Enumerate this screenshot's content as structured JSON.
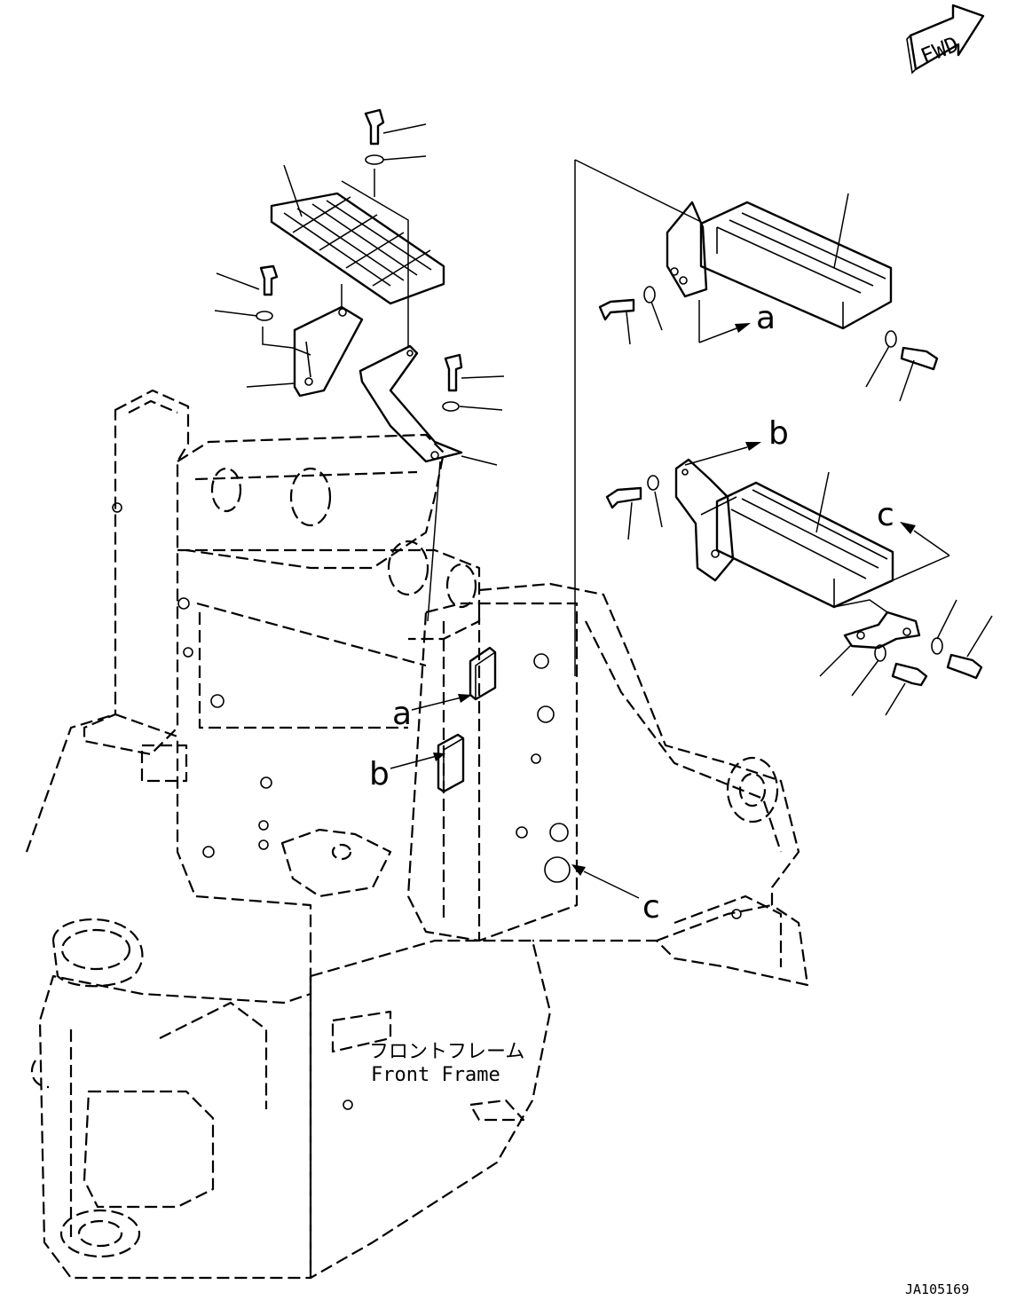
{
  "fwd_badge": "FWD",
  "frame_label_jp": "フロントフレーム",
  "frame_label_en": "Front Frame",
  "drawing_number": "JA105169",
  "callouts": {
    "a_upper": "a",
    "b_upper": "b",
    "c_upper": "c",
    "a_lower": "a",
    "b_lower": "b",
    "c_lower": "c"
  }
}
